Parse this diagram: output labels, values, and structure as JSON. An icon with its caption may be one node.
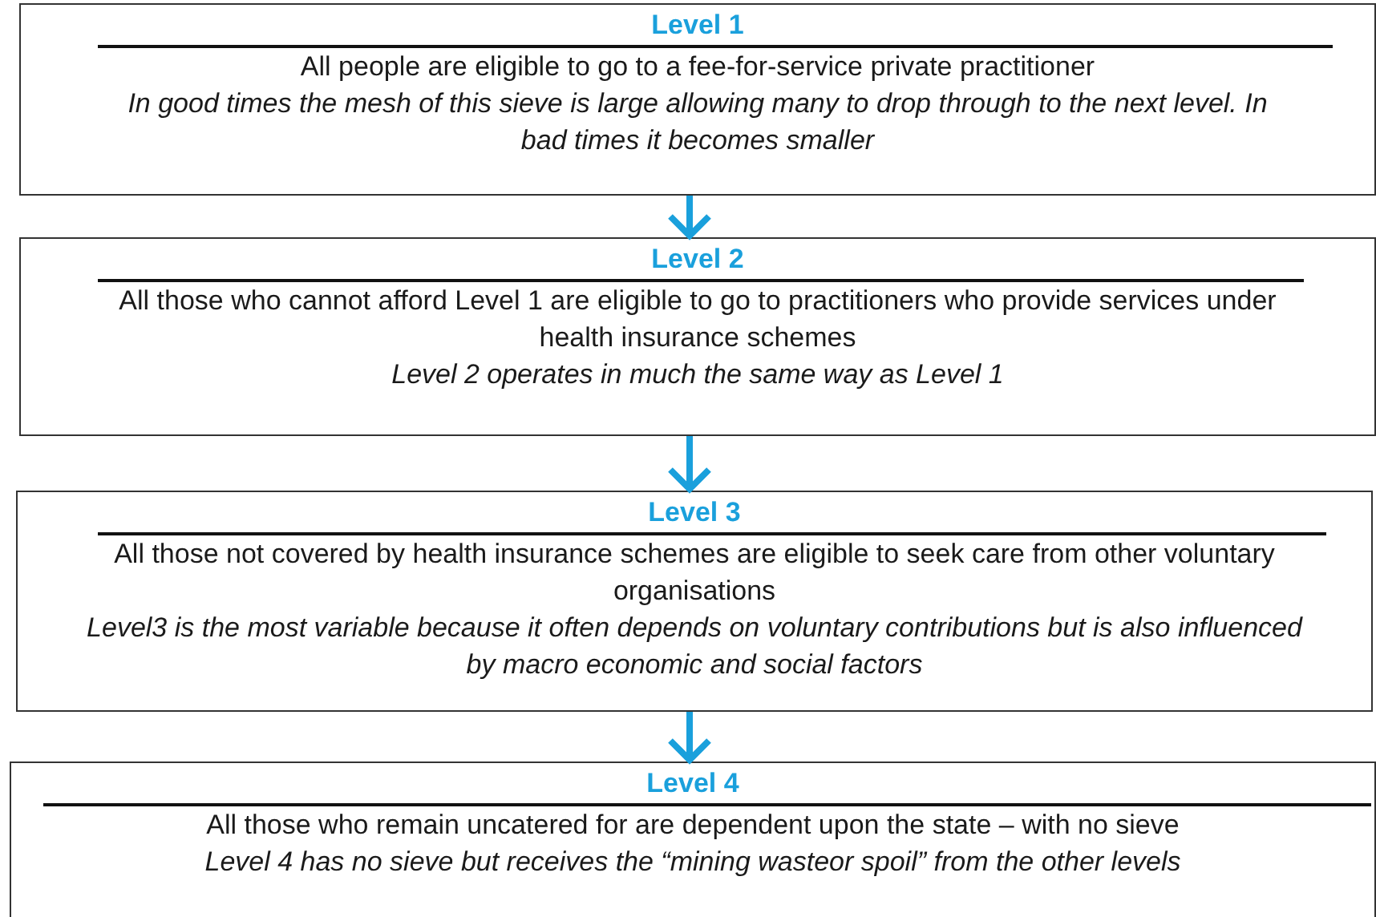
{
  "diagram": {
    "nodes": [
      {
        "text": [
          "Level  1",
          "All people are eligible to go to a fee-for-service private practitioner",
          "In good times the mesh of this sieve is large allowing many to drop through to the next level. In bad times it becomes smaller"
        ]
      },
      {
        "text": [
          "Level  2",
          "All those who cannot afford Level 1 are eligible to go to practitioners who provide services under health insurance schemes",
          "Level 2 operates in much the same way as Level 1"
        ]
      },
      {
        "text": [
          "Level  3",
          "All those not covered by health insurance schemes are eligible to seek care from other voluntary organisations",
          "Level3  is the most variable because it often depends on voluntary contributions but is also influenced by macro economic and social factors"
        ]
      },
      {
        "text": [
          "Level  4",
          "All those who remain uncatered for are dependent upon the state – with no sieve",
          "Level 4 has no sieve but receives the “mining wasteor spoil” from the other levels"
        ]
      }
    ],
    "edges": [
      {
        "from": 0,
        "to": 1,
        "arrow": "to"
      },
      {
        "from": 1,
        "to": 2,
        "arrow": "to"
      },
      {
        "from": 2,
        "to": 3,
        "arrow": "to"
      }
    ]
  }
}
